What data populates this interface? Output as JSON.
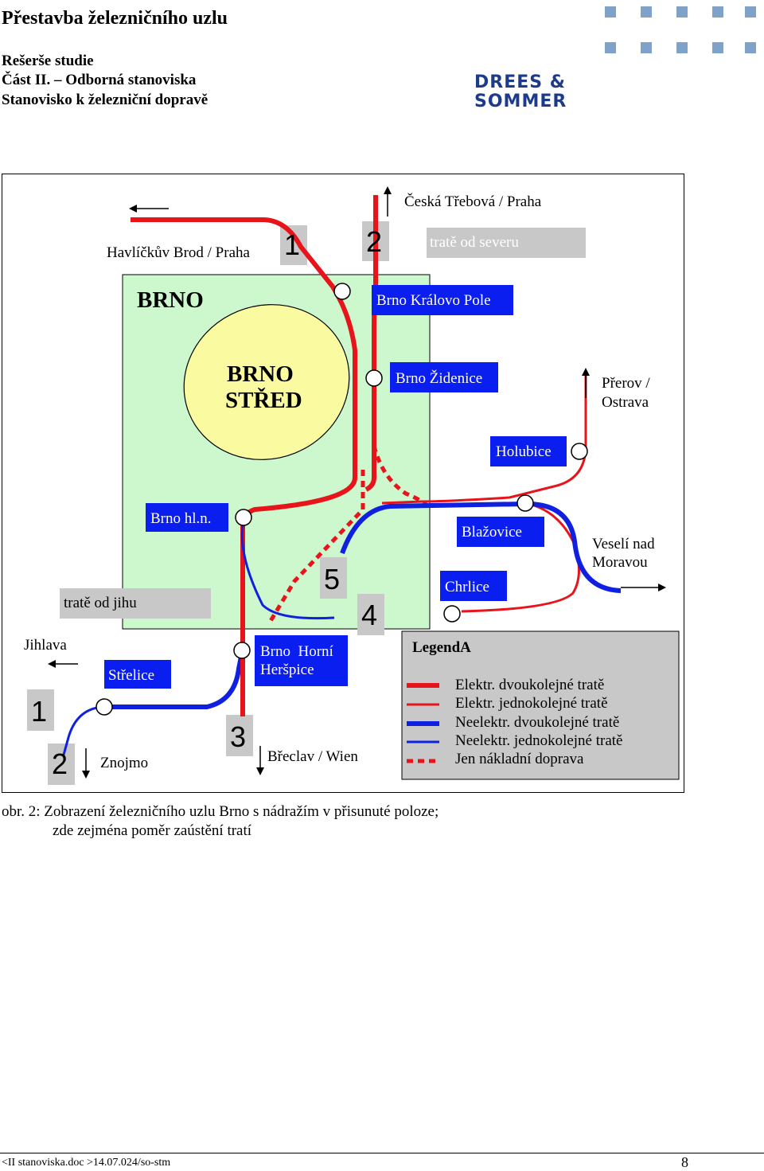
{
  "header": {
    "title": "Přestavba železničního uzlu",
    "line1": "Rešerše studie",
    "line2": "Část II. – Odborná stanoviska",
    "line3": "Stanovisko k železniční dopravě",
    "logo_line1": "DREES &",
    "logo_line2": "SOMMER"
  },
  "diagram": {
    "directions": {
      "ceska_trebova": "Česká Třebová / Praha",
      "havlickuv": "Havlíčkův Brod / Praha",
      "prerov": "Přerov /",
      "ostrava": "Ostrava",
      "veseli1": "Veselí nad",
      "veseli2": "Moravou",
      "jihlava": "Jihlava",
      "znojmo": "Znojmo",
      "breclav": "Břeclav / Wien"
    },
    "gray_labels": {
      "north": "tratě od severu",
      "south": "tratě od jihu"
    },
    "numbers": {
      "n1_top": "1",
      "n2_top": "2",
      "n5": "5",
      "n4": "4",
      "n3": "3",
      "n1_left": "1",
      "n2_left": "2"
    },
    "city": "BRNO",
    "center1": "BRNO",
    "center2": "STŘED",
    "stations": {
      "kralovo_pole": "Brno Královo Pole",
      "zidenice": "Brno Židenice",
      "holubice": "Holubice",
      "hl_n": "Brno hl.n.",
      "blazovice": "Blažovice",
      "chrlice": "Chrlice",
      "strelice": "Střelice",
      "herspice1": "Brno  Horní",
      "herspice2": "Heršpice"
    },
    "legend": {
      "title": "LegendA",
      "items": [
        "Elektr. dvoukolejné tratě",
        "Elektr. jednokolejné tratě",
        "Neelektr. dvoukolejné tratě",
        "Neelektr. jednokolejné tratě",
        "Jen nákladní doprava"
      ]
    },
    "colors": {
      "red": "#e8141b",
      "blue": "#1020e0",
      "station_box": "#0a1ef0",
      "city_green": "#cdf7cd",
      "center_yellow": "#fafaa0",
      "gray": "#c8c8c8"
    }
  },
  "caption": {
    "line1": "obr. 2: Zobrazení železničního uzlu Brno s nádražím v přisunuté poloze;",
    "line2": "zde zejména poměr zaústění tratí"
  },
  "footer": {
    "left": "<II stanoviska.doc >14.07.024/so-stm",
    "page": "8"
  }
}
